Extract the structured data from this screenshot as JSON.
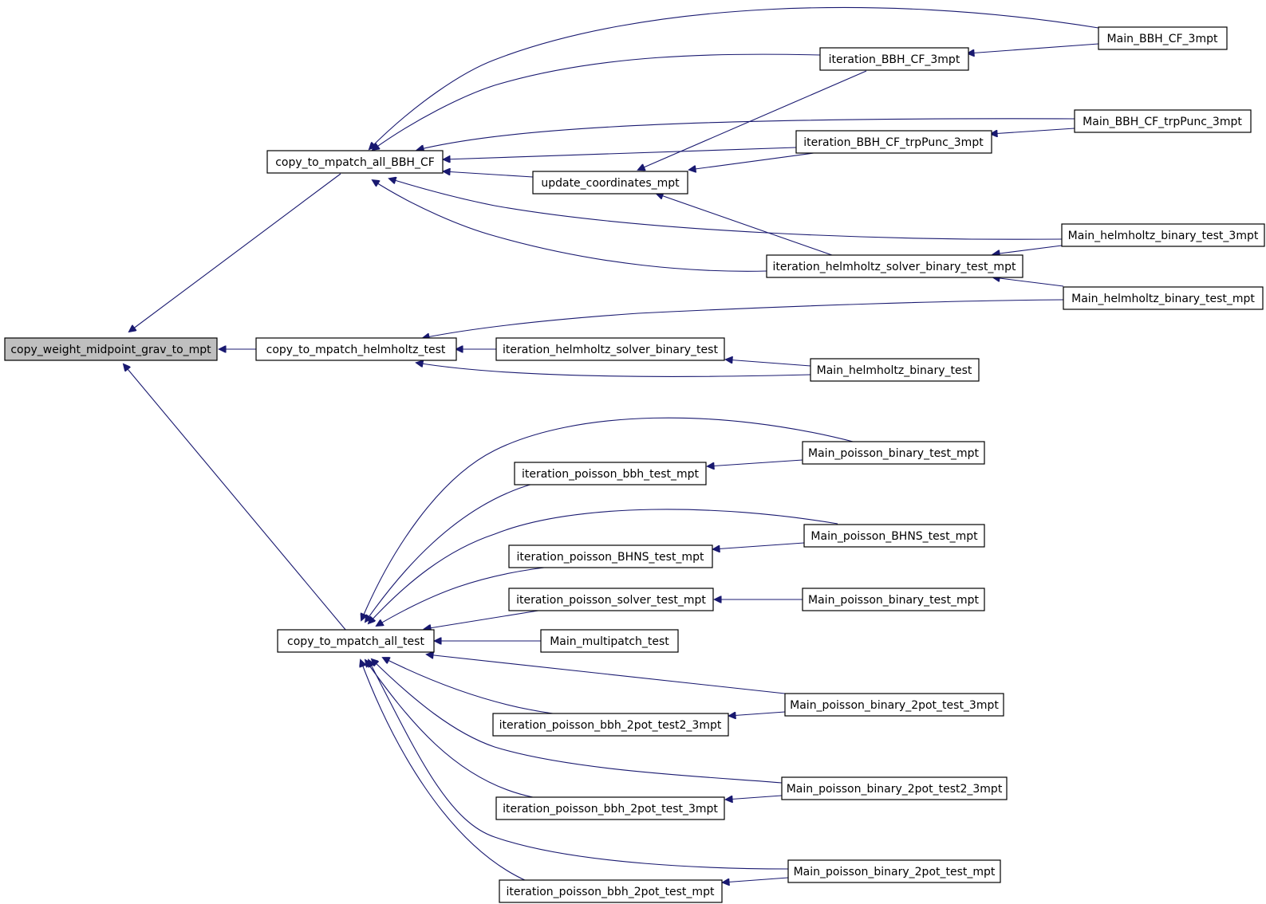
{
  "colors": {
    "edge": "#191970",
    "root_fill": "#bfbfbf",
    "node_fill": "#ffffff",
    "node_border": "#000000"
  },
  "nodes": {
    "root": {
      "label": "copy_weight_midpoint_grav_to_mpt"
    },
    "cp_bbh": {
      "label": "copy_to_mpatch_all_BBH_CF"
    },
    "cp_helm": {
      "label": "copy_to_mpatch_helmholtz_test"
    },
    "cp_all": {
      "label": "copy_to_mpatch_all_test"
    },
    "upd": {
      "label": "update_coordinates_mpt"
    },
    "it_bbh3": {
      "label": "iteration_BBH_CF_3mpt"
    },
    "it_bbhtrp": {
      "label": "iteration_BBH_CF_trpPunc_3mpt"
    },
    "it_helm_mpt": {
      "label": "iteration_helmholtz_solver_binary_test_mpt"
    },
    "it_helm": {
      "label": "iteration_helmholtz_solver_binary_test"
    },
    "m_bbh3": {
      "label": "Main_BBH_CF_3mpt"
    },
    "m_bbhtrp": {
      "label": "Main_BBH_CF_trpPunc_3mpt"
    },
    "m_helm3": {
      "label": "Main_helmholtz_binary_test_3mpt"
    },
    "m_helm_mpt": {
      "label": "Main_helmholtz_binary_test_mpt"
    },
    "m_helm": {
      "label": "Main_helmholtz_binary_test"
    },
    "m_pbin1": {
      "label": "Main_poisson_binary_test_mpt"
    },
    "it_pbbh": {
      "label": "iteration_poisson_bbh_test_mpt"
    },
    "m_pbhns": {
      "label": "Main_poisson_BHNS_test_mpt"
    },
    "it_pbhns": {
      "label": "iteration_poisson_BHNS_test_mpt"
    },
    "it_psolv": {
      "label": "iteration_poisson_solver_test_mpt"
    },
    "m_pbin2": {
      "label": "Main_poisson_binary_test_mpt"
    },
    "m_multi": {
      "label": "Main_multipatch_test"
    },
    "m_p2pot3": {
      "label": "Main_poisson_binary_2pot_test_3mpt"
    },
    "it_p2pot2_3": {
      "label": "iteration_poisson_bbh_2pot_test2_3mpt"
    },
    "m_p2pot2_3": {
      "label": "Main_poisson_binary_2pot_test2_3mpt"
    },
    "it_p2pot3": {
      "label": "iteration_poisson_bbh_2pot_test_3mpt"
    },
    "m_p2potmpt": {
      "label": "Main_poisson_binary_2pot_test_mpt"
    },
    "it_p2potmpt": {
      "label": "iteration_poisson_bbh_2pot_test_mpt"
    }
  }
}
